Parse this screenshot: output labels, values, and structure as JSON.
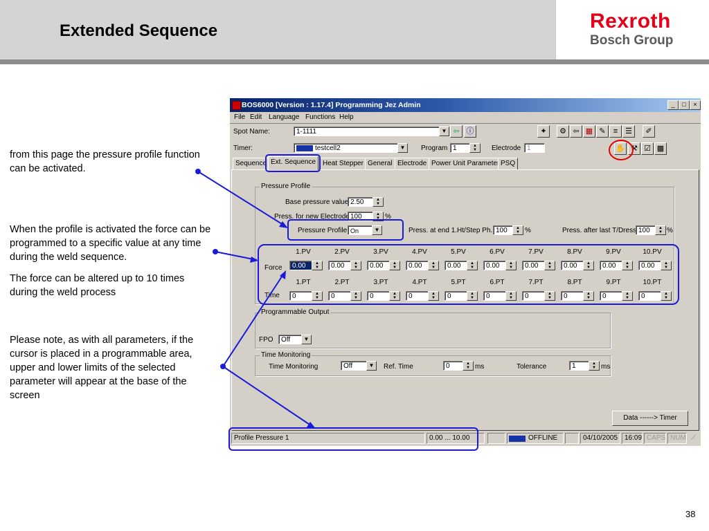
{
  "slide": {
    "title": "Extended Sequence",
    "logo_line1": "Rexroth",
    "logo_line2": "Bosch Group",
    "page_number": "38",
    "notes": [
      "from this page the pressure profile function can be activated.",
      "When the profile is activated the force can be programmed to a specific value at any time during the weld sequence.",
      "The force can be altered up to 10 times during the weld process",
      "Please note, as with all parameters, if the cursor is placed in a programmable area, upper and lower limits of the selected parameter will appear at the base of the screen"
    ],
    "annotation_color": "#1a1ad8",
    "highlight_red": "#e00000"
  },
  "window": {
    "title": "BOS6000 [Version : 1.17.4] Programming Jez Admin",
    "controls": [
      "_",
      "□",
      "×"
    ],
    "menu": [
      "File",
      "Edit",
      "Language",
      "Functions",
      "Help"
    ],
    "spot_name_label": "Spot Name:",
    "spot_name_value": "1-1111",
    "timer_label": "Timer:",
    "timer_value": "testcell2",
    "program_label": "Program",
    "program_value": "1",
    "electrode_label": "Electrode",
    "electrode_value": "1",
    "tabs": [
      "Sequence",
      "Ext. Sequence",
      "Heat Stepper",
      "General",
      "Electrode",
      "Power Unit Parameter",
      "PSQ"
    ],
    "active_tab": "Ext. Sequence"
  },
  "pressure_profile": {
    "group_title": "Pressure Profile",
    "base_label": "Base pressure value",
    "base_value": "2.50",
    "new_electrode_label": "Press. for new Electrode",
    "new_electrode_value": "100",
    "pct": "%",
    "profile_label": "Pressure Profile",
    "profile_value": "On",
    "end_ht_label": "Press. at end 1.Ht/Step Ph.",
    "end_ht_value": "100",
    "after_dress_label": "Press. after last T/Dress",
    "after_dress_value": "100",
    "force_label": "Force",
    "time_label": "Time",
    "pv_headers": [
      "1.PV",
      "2.PV",
      "3.PV",
      "4.PV",
      "5.PV",
      "6.PV",
      "7.PV",
      "8.PV",
      "9.PV",
      "10.PV"
    ],
    "pv_values": [
      "0.00",
      "0.00",
      "0.00",
      "0.00",
      "0.00",
      "0.00",
      "0.00",
      "0.00",
      "0.00",
      "0.00"
    ],
    "pt_headers": [
      "1.PT",
      "2.PT",
      "3.PT",
      "4.PT",
      "5.PT",
      "6.PT",
      "7.PT",
      "8.PT",
      "9.PT",
      "10.PT"
    ],
    "pt_values": [
      "0",
      "0",
      "0",
      "0",
      "0",
      "0",
      "0",
      "0",
      "0",
      "0"
    ]
  },
  "programmable_output": {
    "group_title": "Programmable Output",
    "fpo_label": "FPO",
    "fpo_value": "Off"
  },
  "time_monitoring": {
    "group_title": "Time Monitoring",
    "tm_label": "Time Monitoring",
    "tm_value": "Off",
    "ref_label": "Ref. Time",
    "ref_value": "0",
    "ms": "ms",
    "tol_label": "Tolerance",
    "tol_value": "1"
  },
  "data_button": "Data ------> Timer",
  "status": {
    "message": "Profile Pressure 1",
    "limits": "0.00 ... 10.00",
    "connection": "OFFLINE",
    "date": "04/10/2005",
    "time": "16:09",
    "caps": "CAPS",
    "num": "NUM"
  }
}
